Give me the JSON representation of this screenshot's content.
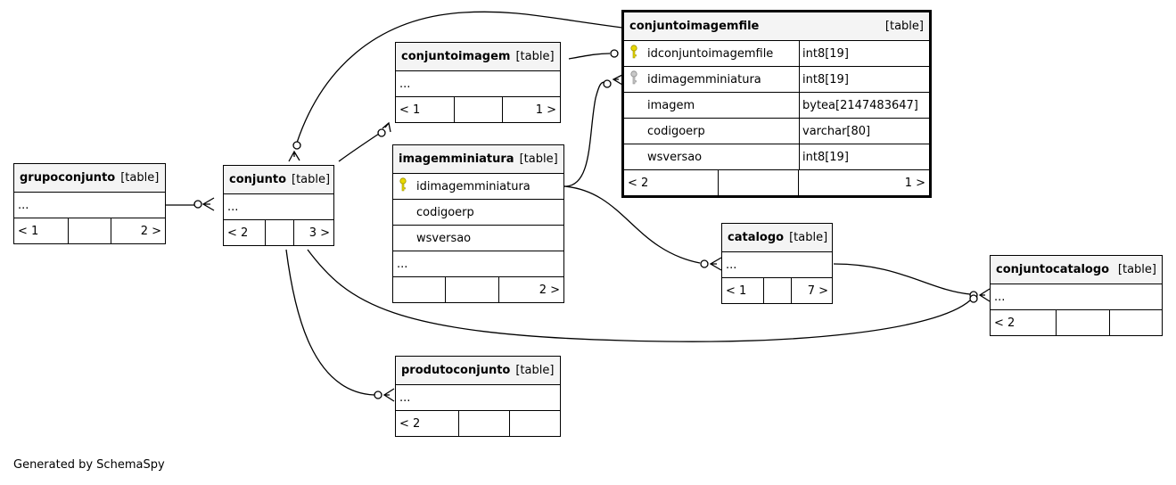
{
  "footer_text": "Generated by SchemaSpy",
  "type_label": "[table]",
  "ellipsis": "...",
  "key_colors": {
    "primary": "#e8d800",
    "foreign": "#b0b0b0"
  },
  "tables": {
    "grupoconjunto": {
      "name": "grupoconjunto",
      "parents": "< 1",
      "children": "2 >"
    },
    "conjunto": {
      "name": "conjunto",
      "parents": "< 2",
      "children": "3 >"
    },
    "conjuntoimagem": {
      "name": "conjuntoimagem",
      "parents": "< 1",
      "children": "1 >"
    },
    "imagemminiatura": {
      "name": "imagemminiatura",
      "columns": [
        "idimagemminiatura",
        "codigoerp",
        "wsversao"
      ],
      "children": "2 >"
    },
    "conjuntoimagemfile": {
      "name": "conjuntoimagemfile",
      "columns": [
        {
          "name": "idconjuntoimagemfile",
          "type": "int8[19]",
          "key": "primary"
        },
        {
          "name": "idimagemminiatura",
          "type": "int8[19]",
          "key": "foreign"
        },
        {
          "name": "imagem",
          "type": "bytea[2147483647]",
          "key": ""
        },
        {
          "name": "codigoerp",
          "type": "varchar[80]",
          "key": ""
        },
        {
          "name": "wsversao",
          "type": "int8[19]",
          "key": ""
        }
      ],
      "parents": "< 2",
      "children": "1 >"
    },
    "catalogo": {
      "name": "catalogo",
      "parents": "< 1",
      "children": "7 >"
    },
    "conjuntocatalogo": {
      "name": "conjuntocatalogo",
      "parents": "< 2"
    },
    "produtoconjunto": {
      "name": "produtoconjunto",
      "parents": "< 2"
    }
  }
}
